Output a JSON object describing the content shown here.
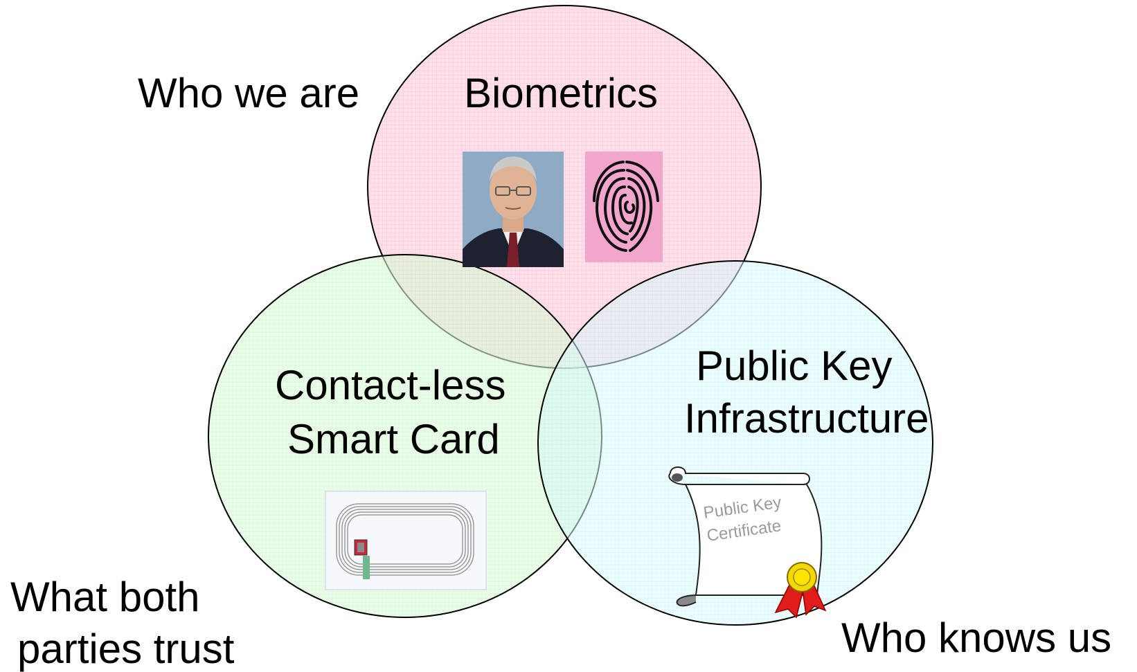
{
  "labels": {
    "who_we_are": "Who we are",
    "what_both_line1": "What both",
    "what_both_line2": "parties trust",
    "who_knows_us": "Who knows us"
  },
  "circles": {
    "biometrics": {
      "title": "Biometrics",
      "fill": "#fcd8e6"
    },
    "smart_card": {
      "title_line1": "Contact-less",
      "title_line2": "Smart Card",
      "fill": "#d6f7d6"
    },
    "pki": {
      "title_line1": "Public Key",
      "title_line2": "Infrastructure",
      "fill": "#d6f7f7"
    }
  },
  "certificate": {
    "line1": "Public Key",
    "line2": "Certificate"
  },
  "icons": {
    "portrait": "person-portrait-icon",
    "fingerprint": "fingerprint-icon",
    "smart_card": "smart-card-antenna-icon",
    "certificate": "certificate-scroll-icon",
    "ribbon": "award-ribbon-icon"
  }
}
